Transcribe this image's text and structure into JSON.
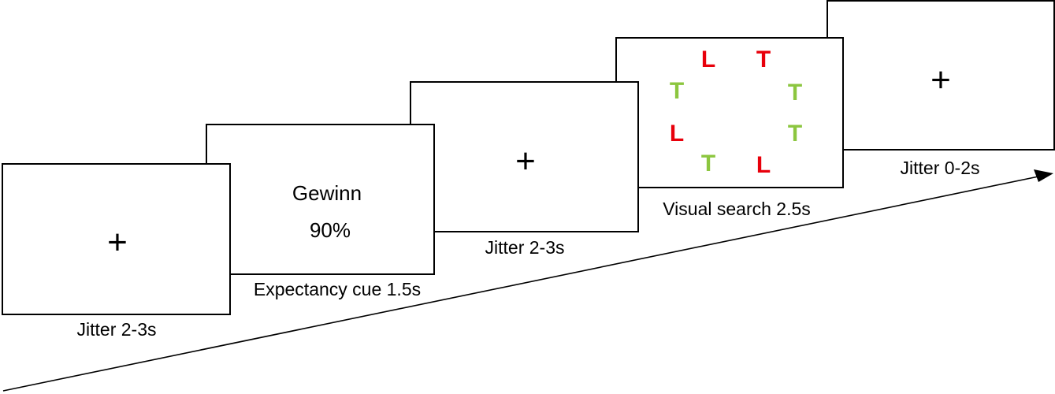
{
  "colors": {
    "target_green": "#8cc63f",
    "distractor_red": "#e8000b",
    "frame": "#000000"
  },
  "timeline_arrow": "arrow-right-icon",
  "screens": [
    {
      "id": "s1",
      "content": "+",
      "caption": "Jitter 2-3s"
    },
    {
      "id": "s2",
      "cue_line1": "Gewinn",
      "cue_line2": "90%",
      "caption": "Expectancy cue 1.5s"
    },
    {
      "id": "s3",
      "content": "+",
      "caption": "Jitter 2-3s"
    },
    {
      "id": "s4",
      "caption": "Visual search 2.5s",
      "letters": [
        {
          "char": "L",
          "color": "red"
        },
        {
          "char": "T",
          "color": "red"
        },
        {
          "char": "T",
          "color": "green"
        },
        {
          "char": "T",
          "color": "green"
        },
        {
          "char": "L",
          "color": "red"
        },
        {
          "char": "T",
          "color": "green"
        },
        {
          "char": "T",
          "color": "green"
        },
        {
          "char": "L",
          "color": "red"
        }
      ]
    },
    {
      "id": "s5",
      "content": "+",
      "caption": "Jitter 0-2s"
    }
  ]
}
